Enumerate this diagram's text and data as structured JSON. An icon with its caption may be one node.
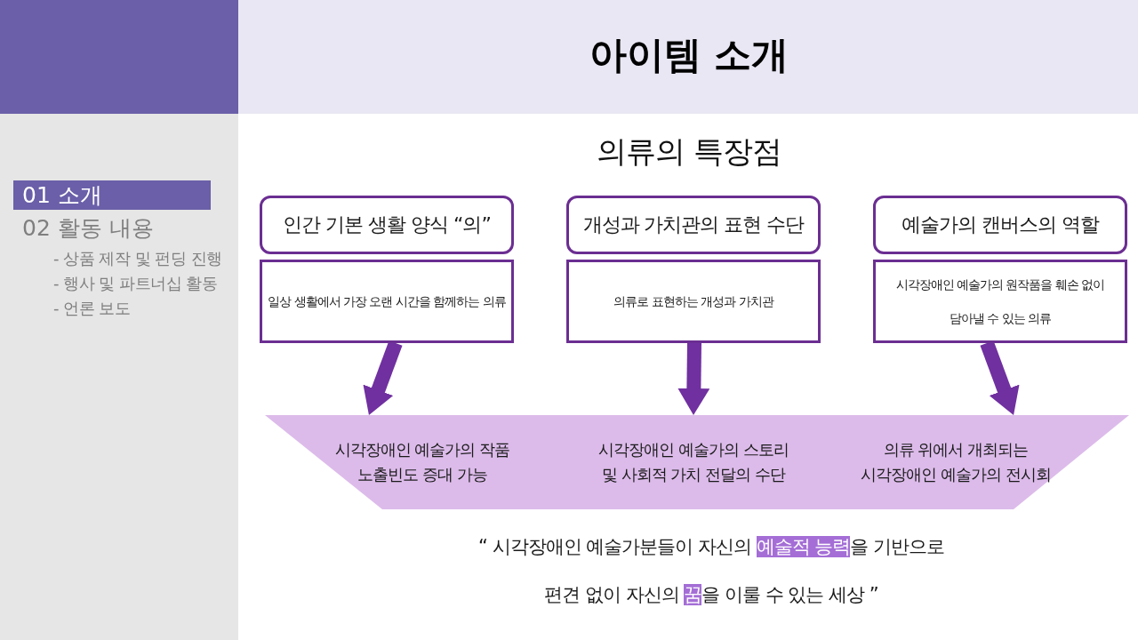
{
  "diagram": {
    "title": "아이템 소개",
    "nodes": [
      {
        "text": [
          "인간 기본 생활 양식 “의”"
        ]
      },
      {
        "text": [
          "일상 생활에서 가장 오랜 시간을 함께하는 의류"
        ]
      },
      {
        "text": [
          "개성과 가치관의 표현 수단"
        ]
      },
      {
        "text": [
          "의류로 표현하는 개성과 가치관"
        ]
      },
      {
        "text": [
          "예술가의 캔버스의 역할"
        ]
      },
      {
        "text": [
          "시각장애인 예술가의 원작품을 훼손 없이 담아낼 수 있는 의류"
        ]
      },
      {
        "text": [
          "시각장애인 예술가의 작품 노출빈도 증대 가능",
          "시각장애인 예술가의 스토리 및 사회적 가치 전달의 수단",
          "의류 위에서 개최되는 시각장애인 예술가의 전시회"
        ]
      }
    ],
    "edges": [
      {
        "from": 1,
        "to": 6,
        "arrow": "to"
      },
      {
        "from": 3,
        "to": 6,
        "arrow": "to"
      },
      {
        "from": 5,
        "to": 6,
        "arrow": "to"
      }
    ],
    "labels": [
      "01 소개",
      "02 활동 내용",
      "- 상품 제작 및 펀딩 진행",
      "- 행사 및 파트너십 활동",
      "- 언론 보도",
      "의류의 특장점",
      "“ 시각장애인 예술가분들이 자신의 **예술적 능력**을 기반으로 편견 없이 자신의 **꿈**을 이룰 수 있는 세상 ”"
    ]
  }
}
